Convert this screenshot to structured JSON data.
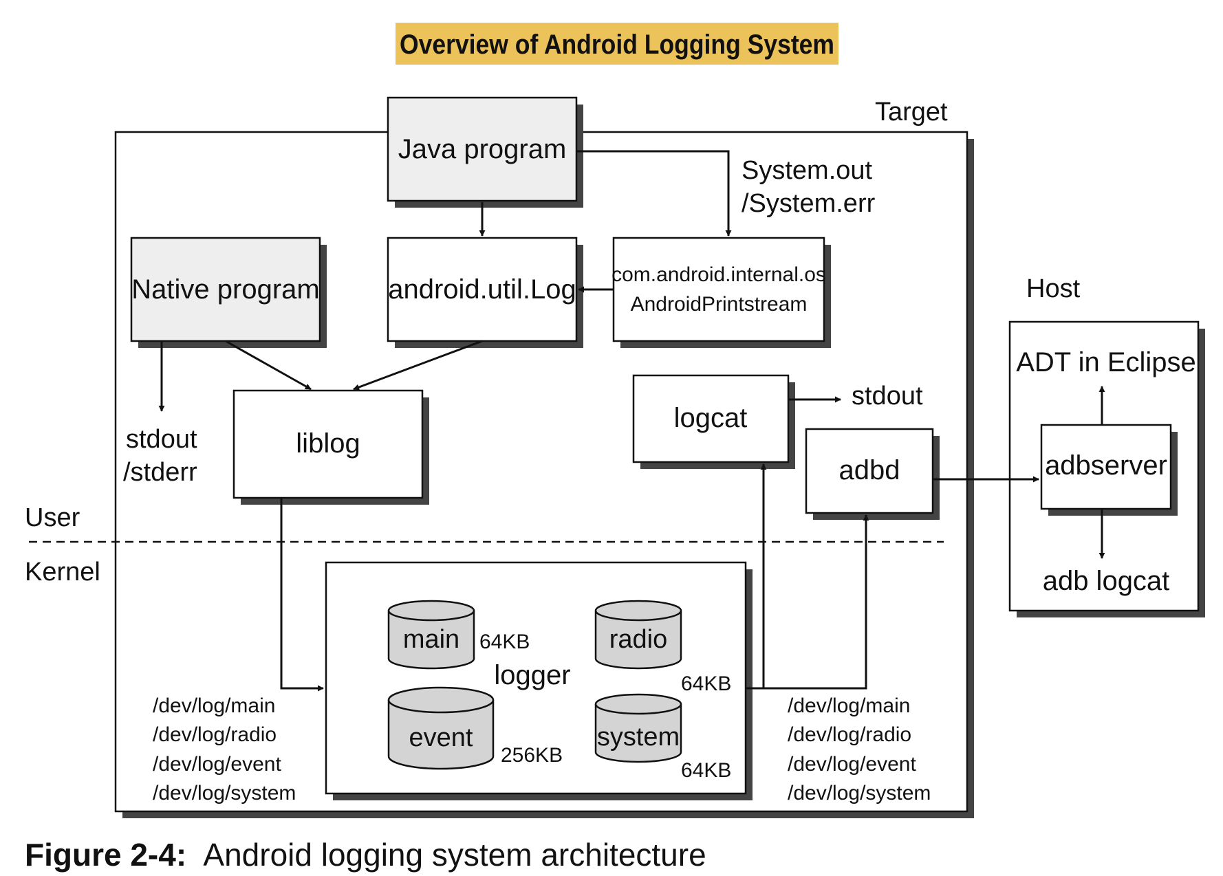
{
  "title": "Overview of Android Logging System",
  "regions": {
    "target": "Target",
    "host": "Host",
    "user": "User",
    "kernel": "Kernel"
  },
  "boxes": {
    "java_program": "Java program",
    "native_program": "Native program",
    "android_util_log": "android.util.Log",
    "print_stream_line1": "com.android.internal.os",
    "print_stream_line2": "AndroidPrintstream",
    "liblog": "liblog",
    "logcat": "logcat",
    "adbd": "adbd",
    "adt_in_eclipse": "ADT in Eclipse",
    "adbserver": "adbserver",
    "adb_logcat": "adb logcat"
  },
  "labels": {
    "system_out": "System.out",
    "system_err": "/System.err",
    "stdout_native": "stdout",
    "stderr_native": "/stderr",
    "stdout_logcat": "stdout"
  },
  "logger": {
    "label": "logger",
    "buffers": [
      {
        "name": "main",
        "size": "64KB"
      },
      {
        "name": "radio",
        "size": "64KB"
      },
      {
        "name": "event",
        "size": "256KB"
      },
      {
        "name": "system",
        "size": "64KB"
      }
    ]
  },
  "device_paths_left": [
    "/dev/log/main",
    "/dev/log/radio",
    "/dev/log/event",
    "/dev/log/system"
  ],
  "device_paths_right": [
    "/dev/log/main",
    "/dev/log/radio",
    "/dev/log/event",
    "/dev/log/system"
  ],
  "caption": {
    "number": "Figure 2-4:",
    "text": "Android logging system architecture"
  },
  "colors": {
    "title_highlight": "#ecc35a",
    "program_box_fill": "#eeeeee",
    "cylinder_fill": "#d4d4d4",
    "shadow": "#444444",
    "stroke": "#111111"
  }
}
